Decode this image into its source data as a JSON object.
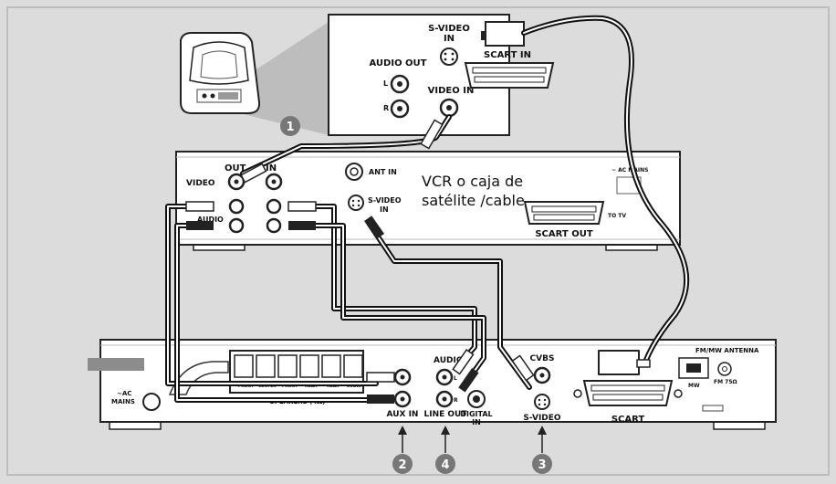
{
  "tv": {
    "audio_out": "AUDIO OUT",
    "audio_l": "L",
    "audio_r": "R",
    "svideo_in_1": "S-VIDEO",
    "svideo_in_2": "IN",
    "video_in": "VIDEO IN",
    "scart_in": "SCART IN"
  },
  "vcr": {
    "label_1": "VCR o caja de",
    "label_2": "satélite /cable",
    "out": "OUT",
    "in": "IN",
    "video": "VIDEO",
    "audio": "AUDIO",
    "ant_in": "ANT IN",
    "svideo_1": "S-VIDEO",
    "svideo_2": "IN",
    "ac_mains": "~ AC MAINS",
    "to_tv": "TO TV",
    "scart_out": "SCART OUT"
  },
  "receiver": {
    "ac": "~AC",
    "mains": "MAINS",
    "speakers": "SPEAKERS (4Ω)",
    "spk_front": "FRONT",
    "spk_center": "CENTER",
    "spk_front2": "FRONT",
    "spk_rear": "REAR",
    "spk_rear2": "REAR",
    "spk_subw": "SUBW.",
    "audio": "AUDIO",
    "aux_in": "AUX IN",
    "line_out": "LINE OUT",
    "r": "R",
    "l": "L",
    "digital_1": "DIGITAL",
    "digital_2": "IN",
    "cvbs": "CVBS",
    "svideo": "S-VIDEO",
    "scart": "SCART",
    "antenna": "FM/MW ANTENNA",
    "fm": "FM 75Ω",
    "mw": "MW"
  },
  "steps": {
    "step1": "1",
    "step2": "2",
    "step3": "3",
    "step4": "4"
  }
}
